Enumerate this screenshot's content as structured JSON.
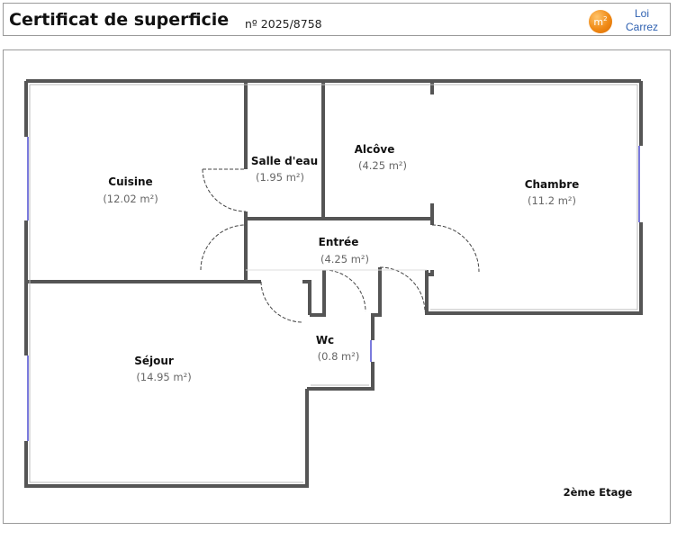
{
  "header": {
    "title": "Certificat de superficie",
    "number": "nº 2025/8758",
    "badge_text": "m",
    "badge_sup": "2",
    "loi_line1": "Loi",
    "loi_line2": "Carrez",
    "badge_color": "#f08a16",
    "loi_color": "#2c5fb0"
  },
  "rooms": [
    {
      "name": "Cuisine",
      "area": "(12.02 m²)"
    },
    {
      "name": "Salle d'eau",
      "area": "(1.95 m²)"
    },
    {
      "name": "Alcôve",
      "area": "(4.25 m²)"
    },
    {
      "name": "Chambre",
      "area": "(11.2 m²)"
    },
    {
      "name": "Entrée",
      "area": "(4.25 m²)"
    },
    {
      "name": "Wc",
      "area": "(0.8 m²)"
    },
    {
      "name": "Séjour",
      "area": "(14.95 m²)"
    }
  ],
  "floor": "2ème Etage",
  "colors": {
    "wall": "#555555",
    "wall_fill": "#e0e0e0",
    "window": "#7b7bdd"
  }
}
